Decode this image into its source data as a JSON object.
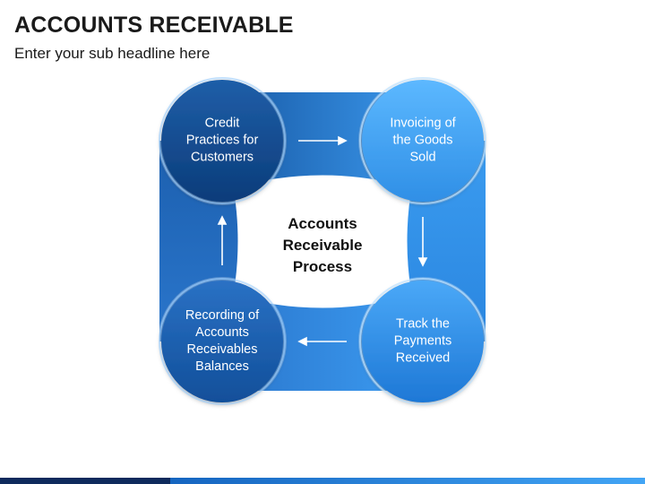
{
  "header": {
    "title": "ACCOUNTS RECEIVABLE",
    "subtitle": "Enter your sub headline here"
  },
  "diagram": {
    "center": "Accounts\nReceivable\nProcess",
    "nodes": [
      {
        "id": "top-left",
        "label": "Credit\nPractices for\nCustomers",
        "color_start": "#1f5ea8",
        "color_end": "#0b3c7a"
      },
      {
        "id": "top-right",
        "label": "Invoicing of\nthe Goods\nSold",
        "color_start": "#5cb8ff",
        "color_end": "#2f8fe6"
      },
      {
        "id": "bottom-right",
        "label": "Track the\nPayments\nReceived",
        "color_start": "#4aa8f7",
        "color_end": "#1e78d6"
      },
      {
        "id": "bottom-left",
        "label": "Recording of\nAccounts\nReceivables\nBalances",
        "color_start": "#2a71c4",
        "color_end": "#114f9a"
      }
    ],
    "arrows": [
      {
        "from": "top-left",
        "to": "top-right",
        "icon": "arrow-right-icon"
      },
      {
        "from": "top-right",
        "to": "bottom-right",
        "icon": "arrow-down-icon"
      },
      {
        "from": "bottom-right",
        "to": "bottom-left",
        "icon": "arrow-left-icon"
      },
      {
        "from": "bottom-left",
        "to": "top-left",
        "icon": "arrow-up-icon"
      }
    ],
    "connector_color": "#2f86dc"
  }
}
